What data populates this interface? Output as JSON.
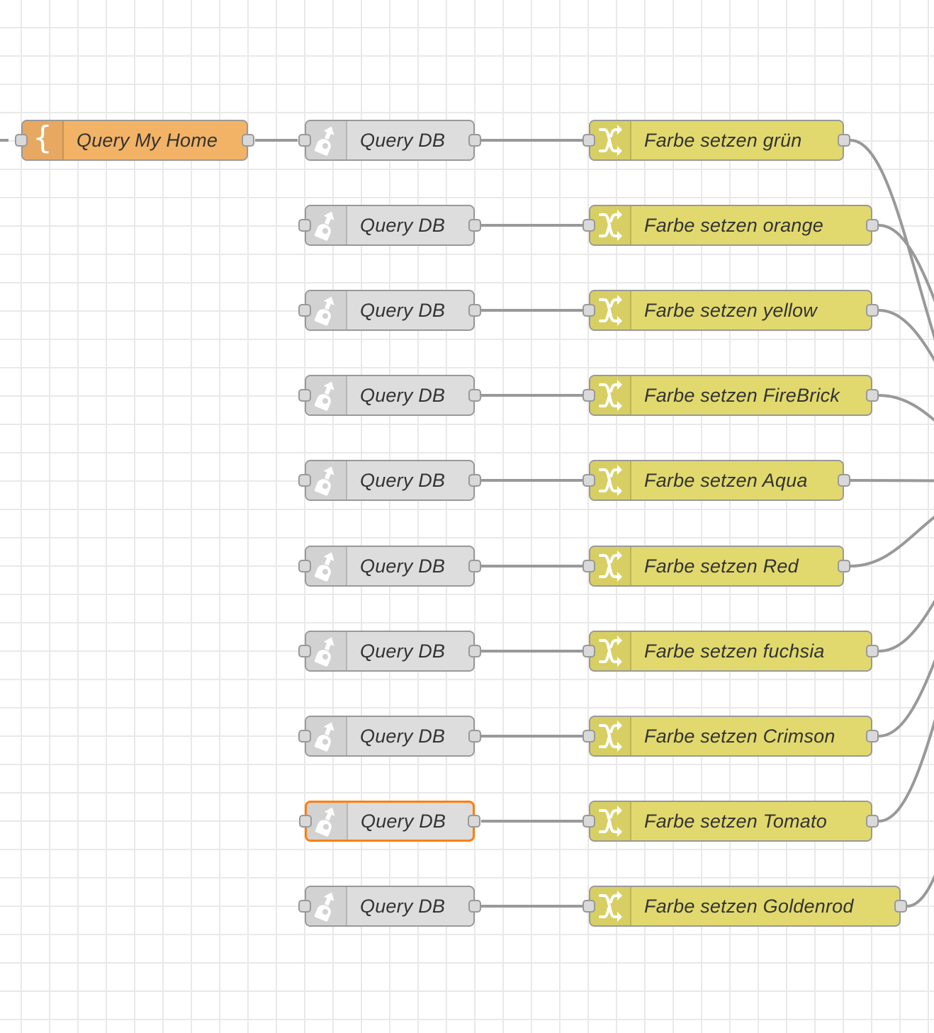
{
  "template_node": {
    "label": "Query My Home",
    "icon": "brace-icon",
    "color": "#f2b367"
  },
  "query_node": {
    "label": "Query DB",
    "icon": "mongodb-icon",
    "color": "#dddddd"
  },
  "change_nodes": [
    {
      "label": "Farbe setzen grün",
      "icon": "shuffle-icon"
    },
    {
      "label": "Farbe setzen orange",
      "icon": "shuffle-icon"
    },
    {
      "label": "Farbe setzen yellow",
      "icon": "shuffle-icon"
    },
    {
      "label": "Farbe setzen FireBrick",
      "icon": "shuffle-icon"
    },
    {
      "label": "Farbe setzen Aqua",
      "icon": "shuffle-icon"
    },
    {
      "label": "Farbe setzen Red",
      "icon": "shuffle-icon"
    },
    {
      "label": "Farbe setzen fuchsia",
      "icon": "shuffle-icon"
    },
    {
      "label": "Farbe setzen Crimson",
      "icon": "shuffle-icon"
    },
    {
      "label": "Farbe setzen Tomato",
      "icon": "shuffle-icon"
    },
    {
      "label": "Farbe setzen Goldenrod",
      "icon": "shuffle-icon"
    }
  ],
  "selected_query_index": 8,
  "colors": {
    "change": "#e2d96e",
    "wire": "#999999",
    "selected": "#ff7f0e"
  }
}
